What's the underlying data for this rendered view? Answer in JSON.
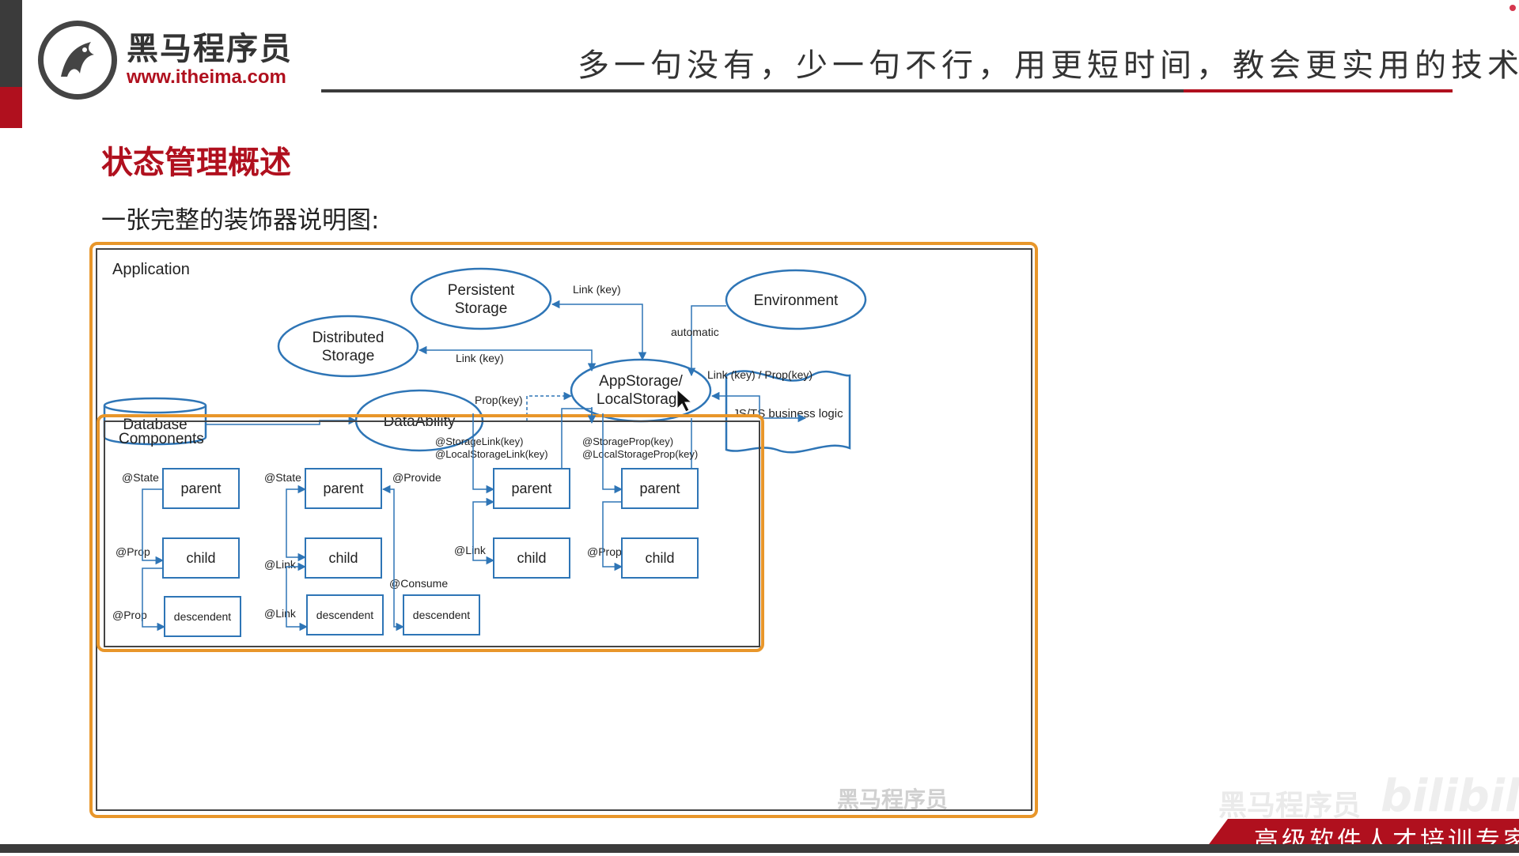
{
  "header": {
    "logo_name": "黑马程序员",
    "logo_url": "www.itheima.com",
    "slogan": "多一句没有，少一句不行，用更短时间，教会更实用的技术!"
  },
  "slide": {
    "title": "状态管理概述",
    "subtitle": "一张完整的装饰器说明图:"
  },
  "diagram": {
    "application_label": "Application",
    "components_label": "Components",
    "nodes": {
      "persistent_l1": "Persistent",
      "persistent_l2": "Storage",
      "distributed_l1": "Distributed",
      "distributed_l2": "Storage",
      "environment": "Environment",
      "appstorage_l1": "AppStorage/",
      "appstorage_l2": "LocalStorage",
      "database": "Database",
      "dataability": "DataAbility",
      "business_logic": "JS/TS business logic"
    },
    "edges": {
      "link_persistent": "Link (key)",
      "link_distributed": "Link (key)",
      "automatic": "automatic",
      "prop_dataability": "Prop(key)",
      "link_prop_business": "Link (key) / Prop(key)"
    },
    "groups": [
      {
        "decorators": [
          "@State",
          "@Prop",
          "@Prop"
        ],
        "boxes": [
          "parent",
          "child",
          "descendent"
        ]
      },
      {
        "decorators": [
          "@State",
          "@Link",
          "@Link",
          "@Provide",
          "@Consume"
        ],
        "boxes": [
          "parent",
          "child",
          "descendent",
          "descendent"
        ]
      },
      {
        "header_l1": "@StorageLink(key)",
        "header_l2": "@LocalStorageLink(key)",
        "decorators": [
          "@Link"
        ],
        "boxes": [
          "parent",
          "child"
        ]
      },
      {
        "header_l1": "@StorageProp(key)",
        "header_l2": "@LocalStorageProp(key)",
        "decorators": [
          "@Prop"
        ],
        "boxes": [
          "parent",
          "child"
        ]
      }
    ],
    "watermark": "黑马程序员"
  },
  "overlay": {
    "bili_watermark": "黑马程序员",
    "bili_logo": "bilibili"
  },
  "footer": {
    "badge": "高级软件人才培训专家"
  },
  "colors": {
    "brand_red": "#b0101e",
    "dark_bar": "#3b3b3b",
    "highlight_orange": "#e8962a",
    "diagram_blue": "#2e75b6"
  }
}
